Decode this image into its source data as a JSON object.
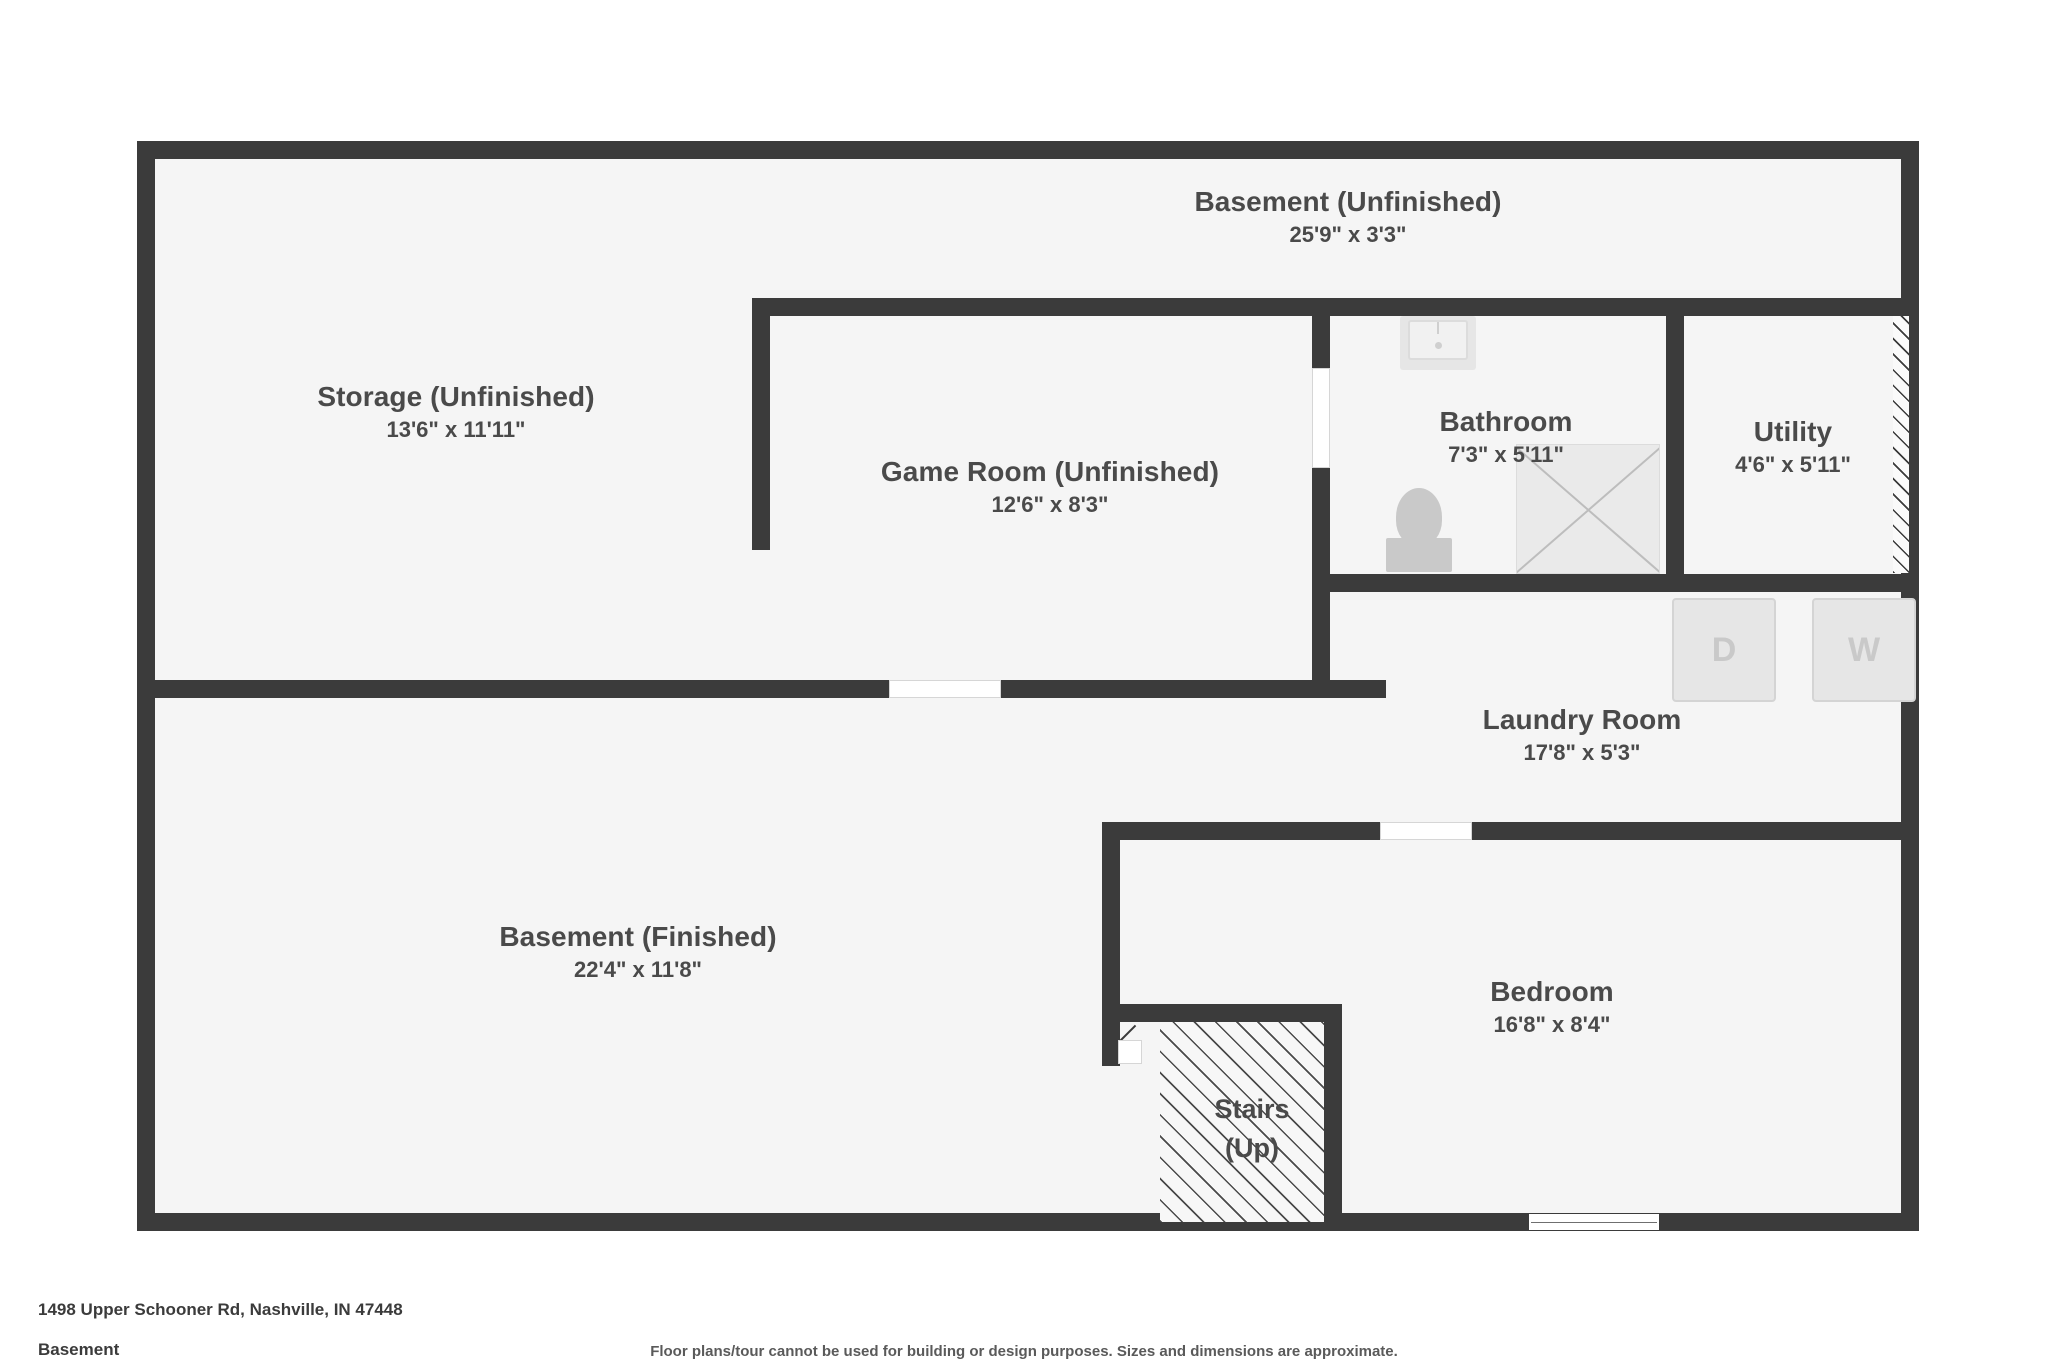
{
  "document": {
    "address": "1498 Upper Schooner Rd, Nashville, IN 47448",
    "level": "Basement",
    "disclaimer": "Floor plans/tour cannot be used for building or design purposes. Sizes and dimensions are approximate."
  },
  "colors": {
    "wall": "#3b3b3b",
    "floor": "#f5f5f5",
    "label_text": "#4a4a4a",
    "fixture": "#c9c9c9",
    "appliance_fill": "#e6e6e6",
    "appliance_text": "#c9c9c9",
    "page_background": "#ffffff"
  },
  "rooms": [
    {
      "id": "basement_unfinished",
      "name": "Basement (Unfinished)",
      "dimensions": "25'9\" x 3'3\""
    },
    {
      "id": "storage",
      "name": "Storage (Unfinished)",
      "dimensions": "13'6\" x 11'11\""
    },
    {
      "id": "game_room",
      "name": "Game Room (Unfinished)",
      "dimensions": "12'6\" x 8'3\""
    },
    {
      "id": "bathroom",
      "name": "Bathroom",
      "dimensions": "7'3\" x 5'11\""
    },
    {
      "id": "utility",
      "name": "Utility",
      "dimensions": "4'6\" x 5'11\""
    },
    {
      "id": "laundry_room",
      "name": "Laundry Room",
      "dimensions": "17'8\" x 5'3\""
    },
    {
      "id": "basement_finished",
      "name": "Basement (Finished)",
      "dimensions": "22'4\" x 11'8\""
    },
    {
      "id": "bedroom",
      "name": "Bedroom",
      "dimensions": "16'8\" x 8'4\""
    }
  ],
  "stairs": {
    "line1": "Stairs",
    "line2": "(Up)"
  },
  "appliances": [
    {
      "id": "dryer",
      "label": "D",
      "name": "dryer-icon"
    },
    {
      "id": "washer",
      "label": "W",
      "name": "washer-icon"
    }
  ],
  "fixtures": [
    {
      "id": "sink",
      "name": "bathroom-sink-icon"
    },
    {
      "id": "toilet",
      "name": "toilet-icon"
    },
    {
      "id": "shower",
      "name": "shower-icon"
    }
  ]
}
